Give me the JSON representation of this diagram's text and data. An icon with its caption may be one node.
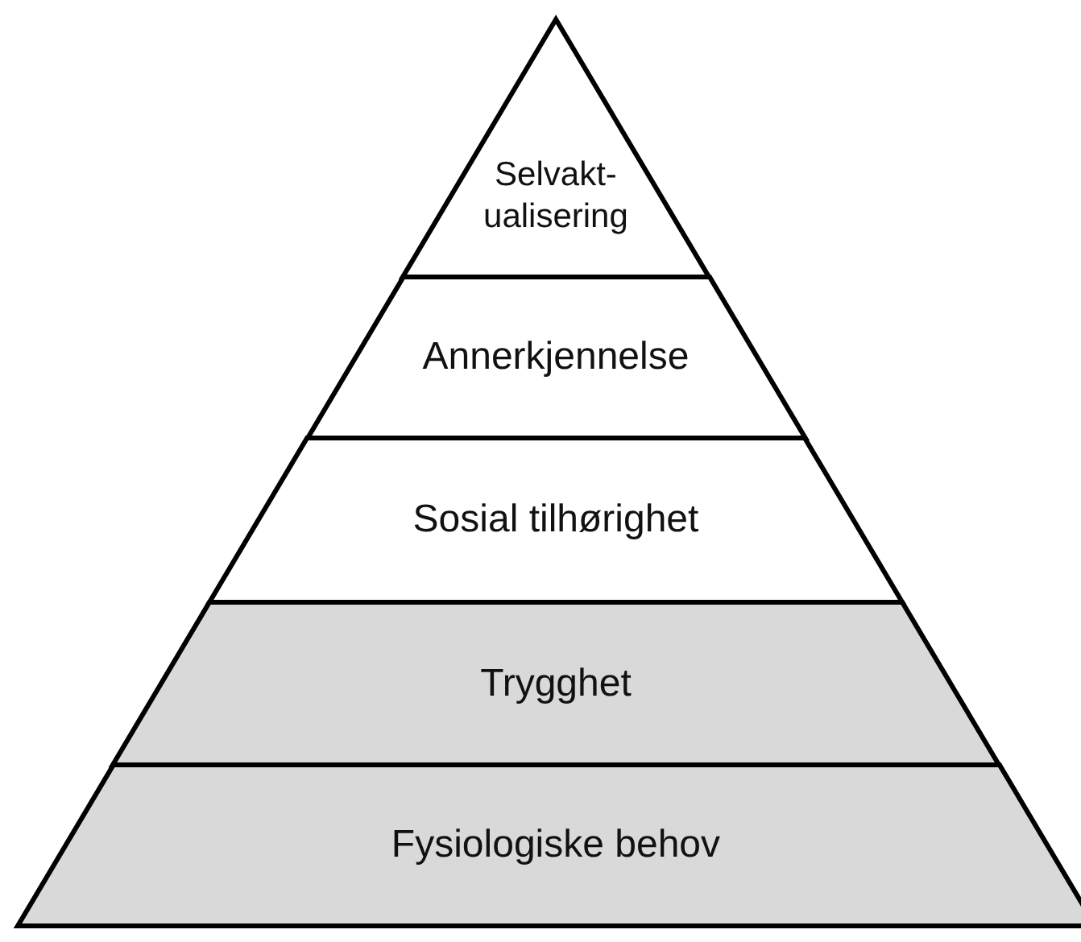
{
  "diagram": {
    "nodes": [
      {
        "text": [
          "Selvakt-ualisering"
        ]
      },
      {
        "text": [
          "Annerkjennelse"
        ]
      },
      {
        "text": [
          "Sosial tilhørighet"
        ]
      },
      {
        "text": [
          "Trygghet"
        ]
      },
      {
        "text": [
          "Fysiologiske behov"
        ]
      }
    ]
  }
}
